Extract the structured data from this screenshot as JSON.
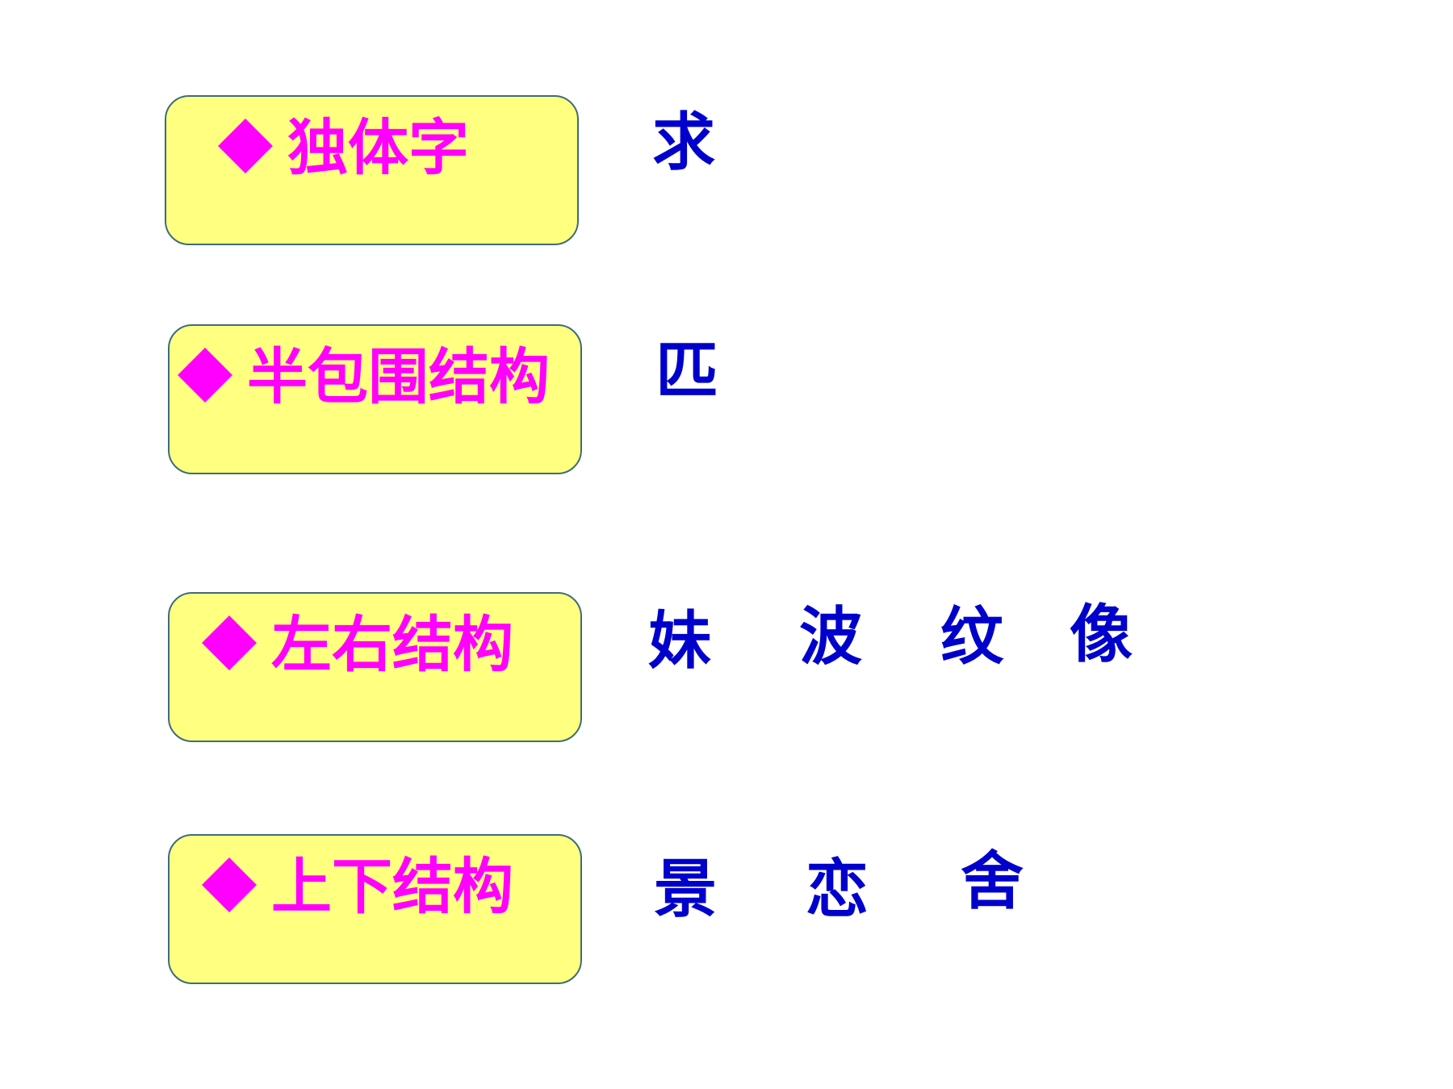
{
  "colors": {
    "box_fill": "#ffff80",
    "box_border": "#3f6b7a",
    "label_text": "#ff00ff",
    "char_text": "#0000cc"
  },
  "rows": [
    {
      "label": "独体字",
      "chars": [
        "求"
      ]
    },
    {
      "label": "半包围结构",
      "chars": [
        "匹"
      ]
    },
    {
      "label": "左右结构",
      "chars": [
        "妹",
        "波",
        "纹",
        "像"
      ]
    },
    {
      "label": "上下结构",
      "chars": [
        "景",
        "恋",
        "舍"
      ]
    }
  ]
}
